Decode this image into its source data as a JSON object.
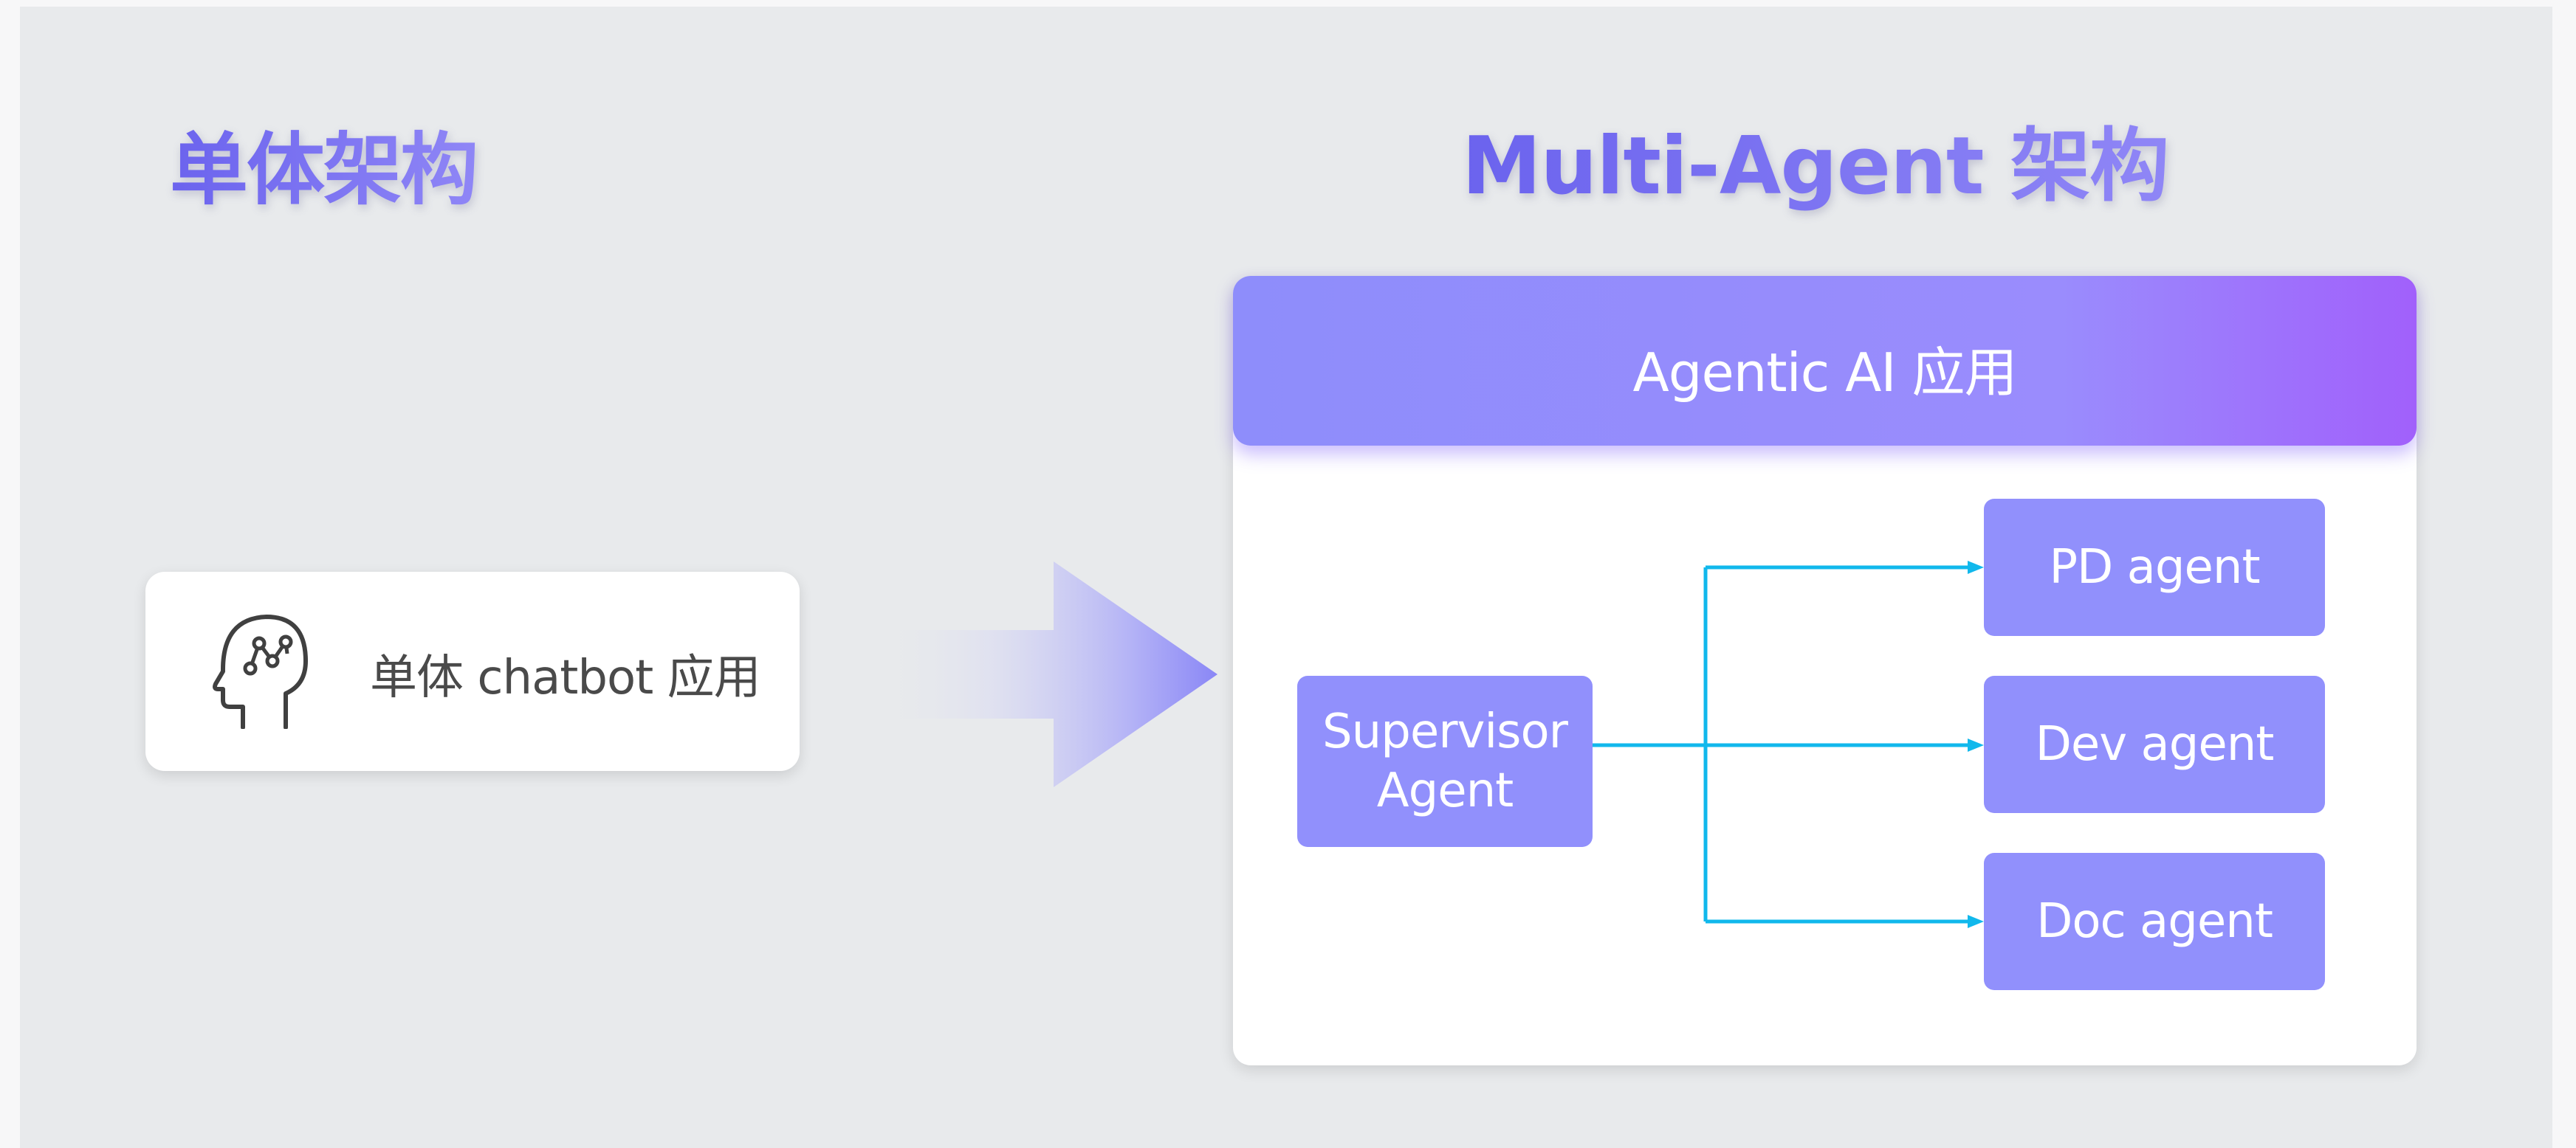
{
  "headings": {
    "left": "单体架构",
    "right": "Multi-Agent 架构"
  },
  "monolith": {
    "icon": "head-network-icon",
    "label": "单体 chatbot 应用"
  },
  "transition": {
    "icon": "right-arrow-icon"
  },
  "multi_agent": {
    "app_title": "Agentic AI 应用",
    "supervisor": {
      "line1": "Supervisor",
      "line2": "Agent"
    },
    "agents": [
      "PD agent",
      "Dev agent",
      "Doc agent"
    ]
  },
  "colors": {
    "heading_gradient_start": "#6b63ee",
    "heading_gradient_end": "#8f86f6",
    "header_gradient_start": "#8e8dfb",
    "header_gradient_end": "#a160fb",
    "agent_fill": "#9190fc",
    "connector": "#11b8ec",
    "background": "#e8eaec"
  }
}
